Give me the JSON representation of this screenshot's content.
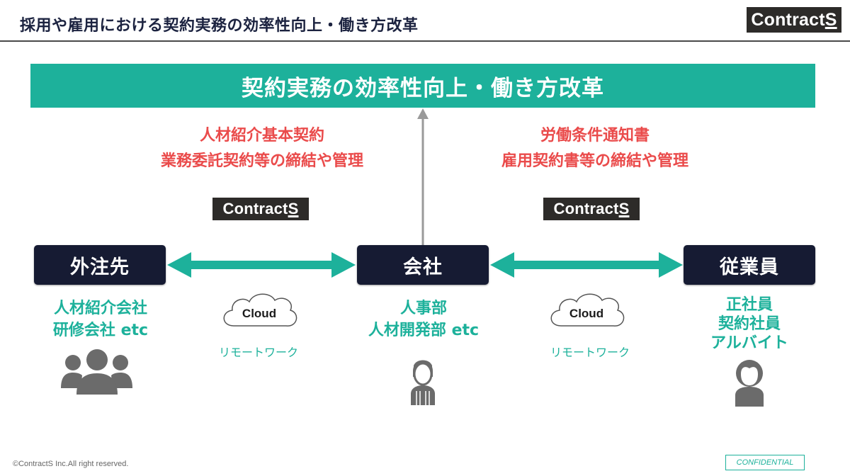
{
  "header": {
    "title": "採用や雇用における契約実務の効率性向上・働き方改革",
    "logo_main": "Contract",
    "logo_s": "S"
  },
  "banner": {
    "text": "契約実務の効率性向上・働き方改革"
  },
  "left_section": {
    "red_lines": [
      "人材紹介基本契約",
      "業務委託契約等の締結や管理"
    ],
    "logo_main": "Contract",
    "logo_s": "S",
    "cloud_label": "Cloud",
    "remote_label": "リモートワーク"
  },
  "right_section": {
    "red_lines": [
      "労働条件通知書",
      "雇用契約書等の締結や管理"
    ],
    "logo_main": "Contract",
    "logo_s": "S",
    "cloud_label": "Cloud",
    "remote_label": "リモートワーク"
  },
  "nodes": {
    "left": {
      "label": "外注先",
      "desc": [
        "人材紹介会社",
        "研修会社 etc"
      ],
      "icon": "group-people-icon"
    },
    "center": {
      "label": "会社",
      "desc": [
        "人事部",
        "人材開発部 etc"
      ],
      "icon": "businessman-icon"
    },
    "right": {
      "label": "従業員",
      "desc": [
        "正社員",
        "契約社員",
        "アルバイト"
      ],
      "icon": "person-icon"
    }
  },
  "footer": {
    "copyright": "©ContractS Inc.All right reserved.",
    "confidential": "CONFIDENTIAL"
  },
  "colors": {
    "teal": "#1db19b",
    "navy": "#161b33",
    "red": "#ea4b4b",
    "gray_icon": "#6b6b6b",
    "logo_bg": "#2d2b29"
  }
}
